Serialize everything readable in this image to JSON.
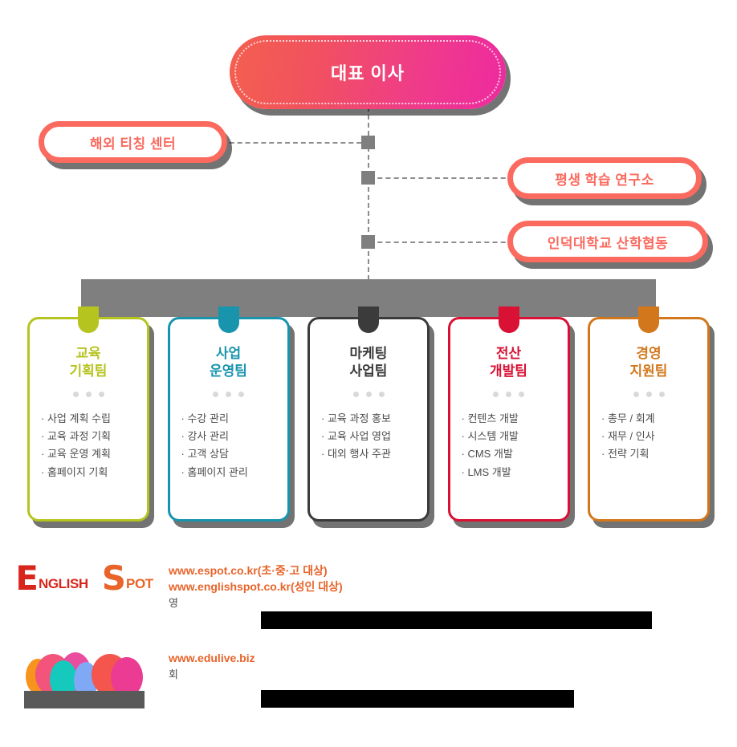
{
  "org_chart": {
    "top": {
      "label": "대표 이사",
      "gradient_from": "#f4604f",
      "gradient_to": "#ee2a9f",
      "text_color": "#ffffff"
    },
    "affiliates": {
      "accent_color": "#fa6a5f",
      "left": {
        "label": "해외 티칭 센터"
      },
      "right": [
        {
          "label": "평생 학습 연구소"
        },
        {
          "label": "인덕대학교 산학협동"
        }
      ]
    },
    "bus_bar_color": "#7f7f7f",
    "connector_color": "#8d8d8d",
    "teams": [
      {
        "title": "교육\n기획팀",
        "color": "#b5c41f",
        "items": [
          "사업 계획 수립",
          "교육 과정 기획",
          "교육 운영 계획",
          "홈페이지 기획"
        ]
      },
      {
        "title": "사업\n운영팀",
        "color": "#1894ad",
        "items": [
          "수강 관리",
          "강사 관리",
          "고객 상담",
          "홈페이지 관리"
        ]
      },
      {
        "title": "마케팅\n사업팀",
        "color": "#3b3b3b",
        "items": [
          "교육 과정 홍보",
          "교육 사업 영업",
          "대외 행사 주관"
        ]
      },
      {
        "title": "전산\n개발팀",
        "color": "#d81135",
        "items": [
          "컨텐츠 개발",
          "시스템 개발",
          "CMS 개발",
          "LMS 개발"
        ]
      },
      {
        "title": "경영\n지원팀",
        "color": "#d2771c",
        "items": [
          "총무 / 회계",
          "재무 / 인사",
          "전략 기획"
        ]
      }
    ]
  },
  "footer": {
    "brands": [
      {
        "logo": "english-spot-logo",
        "logo_text": {
          "first_cap": "E",
          "first_rest": "NGLISH",
          "second_cap": "S",
          "second_rest": "POT",
          "first_color": "#d9261c",
          "second_color": "#e8642a"
        },
        "urls": [
          "www.espot.co.kr(초·중·고 대상)",
          "www.englishspot.co.kr(성인 대상)"
        ],
        "description": "영"
      },
      {
        "logo": "edulive-logo",
        "urls": [
          "www.edulive.biz"
        ],
        "description": "회"
      }
    ]
  }
}
